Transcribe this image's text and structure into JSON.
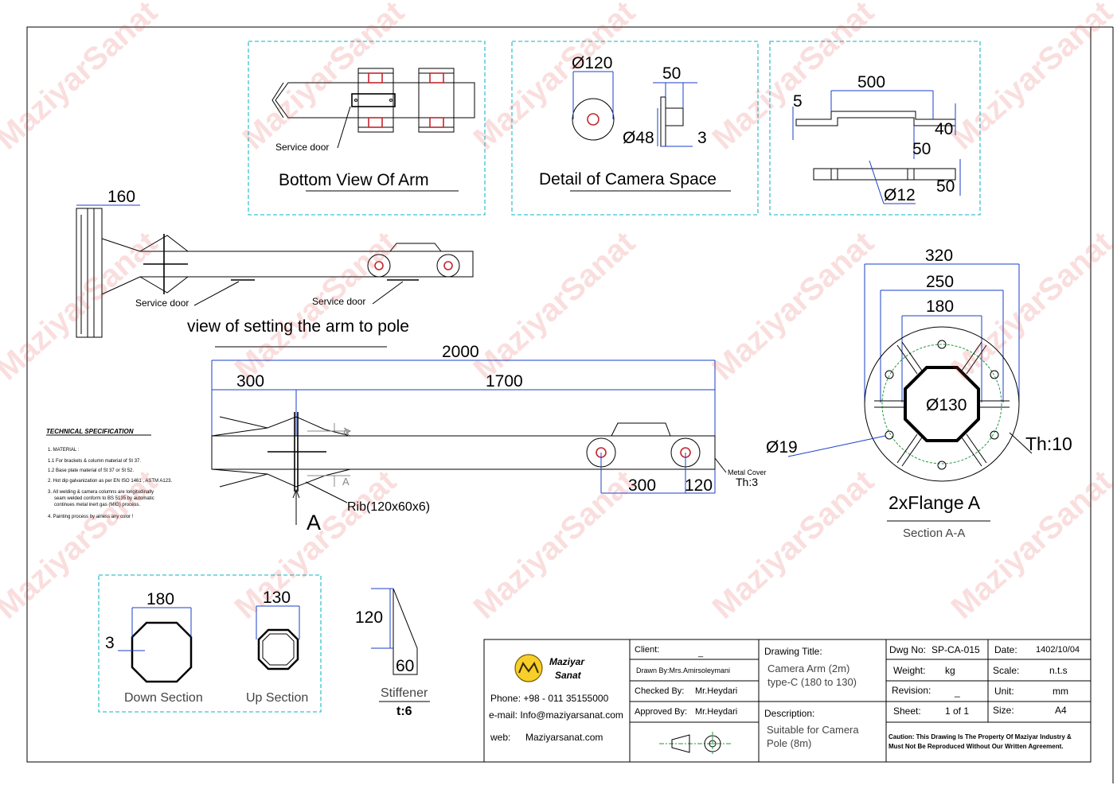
{
  "views": {
    "bottom_view": {
      "title": "Bottom View Of Arm",
      "service_door": "Service door"
    },
    "camera_space": {
      "title": "Detail of Camera Space",
      "d120": "Ø120",
      "w50": "50",
      "d48": "Ø48",
      "t3": "3"
    },
    "plate_detail": {
      "w500": "500",
      "h5": "5",
      "h40": "40",
      "w50": "50",
      "d12": "Ø12",
      "w50b": "50"
    },
    "arm_to_pole": {
      "title": "view of setting the arm to pole",
      "dim160": "160",
      "service_door_1": "Service door",
      "service_door_2": "Service door"
    },
    "main_arm": {
      "dim2000": "2000",
      "dim300": "300",
      "dim1700": "1700",
      "dim300b": "300",
      "dim120": "120",
      "metal_cover": "Metal Cover",
      "th3": "Th:3",
      "rib": "Rib(120x60x6)",
      "section_a": "A",
      "arrow_a1": "A",
      "arrow_a2": "A"
    },
    "flange": {
      "d320": "320",
      "d250": "250",
      "d180": "180",
      "d130": "Ø130",
      "d19": "Ø19",
      "th10": "Th:10",
      "title": "2xFlange A",
      "subtitle": "Section A-A"
    },
    "sections": {
      "d180": "180",
      "d130": "130",
      "t3": "3",
      "down": "Down Section",
      "up": "Up Section"
    },
    "stiffener": {
      "h120": "120",
      "w60": "60",
      "title": "Stiffener",
      "t6": "t:6"
    }
  },
  "tech_spec": {
    "title": "TECHNICAL SPECIFICATION",
    "lines": [
      "1. MATERIAL :",
      "1.1  For brackets & column material of St 37.",
      "1.2  Base plate material of St 37 or St 52.",
      "2.  Hot dip galvanization as per EN ISO 1461 , ASTM A123.",
      "3.  All welding & camera columns are longitudinally",
      "seam welded conform to BS 5135 by automatic",
      "continues metal inert gas (MIG) process.",
      "4.  Painting process by airless any color !"
    ]
  },
  "title_block": {
    "company_line1": "Maziyar",
    "company_line2": "Sanat",
    "phone": "Phone: +98 - 011 35155000",
    "email": "e-mail:  Info@maziyarsanat.com",
    "web_label": "web:",
    "web": "Maziyarsanat.com",
    "client_label": "Client:",
    "client_value": "_",
    "drawn_by": "Drawn By:Mrs.Amirsoleymani",
    "checked_label": "Checked By:",
    "checked_value": "Mr.Heydari",
    "approved_label": "Approved By:",
    "approved_value": "Mr.Heydari",
    "drawing_title_label": "Drawing Title:",
    "drawing_title_1": "Camera Arm (2m)",
    "drawing_title_2": "type-C (180 to 130)",
    "description_label": "Description:",
    "description_1": "Suitable for Camera",
    "description_2": "Pole (8m)",
    "dwg_no_label": "Dwg No:",
    "dwg_no": "SP-CA-015",
    "weight_label": "Weight:",
    "weight": "kg",
    "revision_label": "Revision:",
    "revision": "_",
    "sheet_label": "Sheet:",
    "sheet": "1 of 1",
    "date_label": "Date:",
    "date": "1402/10/04",
    "scale_label": "Scale:",
    "scale": "n.t.s",
    "unit_label": "Unit:",
    "unit": "mm",
    "size_label": "Size:",
    "size": "A4",
    "caution_1": "Caution: This Drawing Is The Property Of Maziyar Industry &",
    "caution_2": "Must Not Be Reproduced Without Our Written Agreement."
  },
  "watermark": "MaziyarSanat"
}
